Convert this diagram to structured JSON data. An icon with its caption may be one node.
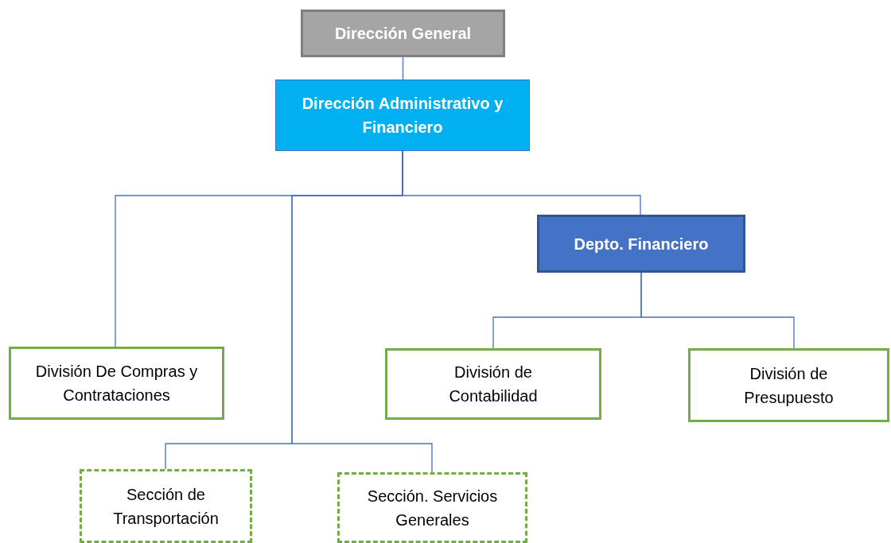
{
  "diagram": {
    "nodes": [
      {
        "text": [
          "Dirección General"
        ]
      },
      {
        "text": [
          "Dirección Administrativo y Financiero"
        ]
      },
      {
        "text": [
          "Depto. Financiero"
        ]
      },
      {
        "text": [
          "División De Compras y Contrataciones"
        ]
      },
      {
        "text": [
          "División de Contabilidad"
        ]
      },
      {
        "text": [
          "División de Presupuesto"
        ]
      },
      {
        "text": [
          "Sección de Transportación"
        ]
      },
      {
        "text": [
          "Sección. Servicios Generales"
        ]
      }
    ],
    "edges": [
      {
        "from": 0,
        "to": 1,
        "arrow": "none"
      },
      {
        "from": 1,
        "to": 2,
        "arrow": "none"
      },
      {
        "from": 1,
        "to": 3,
        "arrow": "none"
      },
      {
        "from": 1,
        "to": 6,
        "arrow": "none"
      },
      {
        "from": 1,
        "to": 7,
        "arrow": "none"
      },
      {
        "from": 2,
        "to": 4,
        "arrow": "none"
      },
      {
        "from": 2,
        "to": 5,
        "arrow": "none"
      }
    ]
  }
}
